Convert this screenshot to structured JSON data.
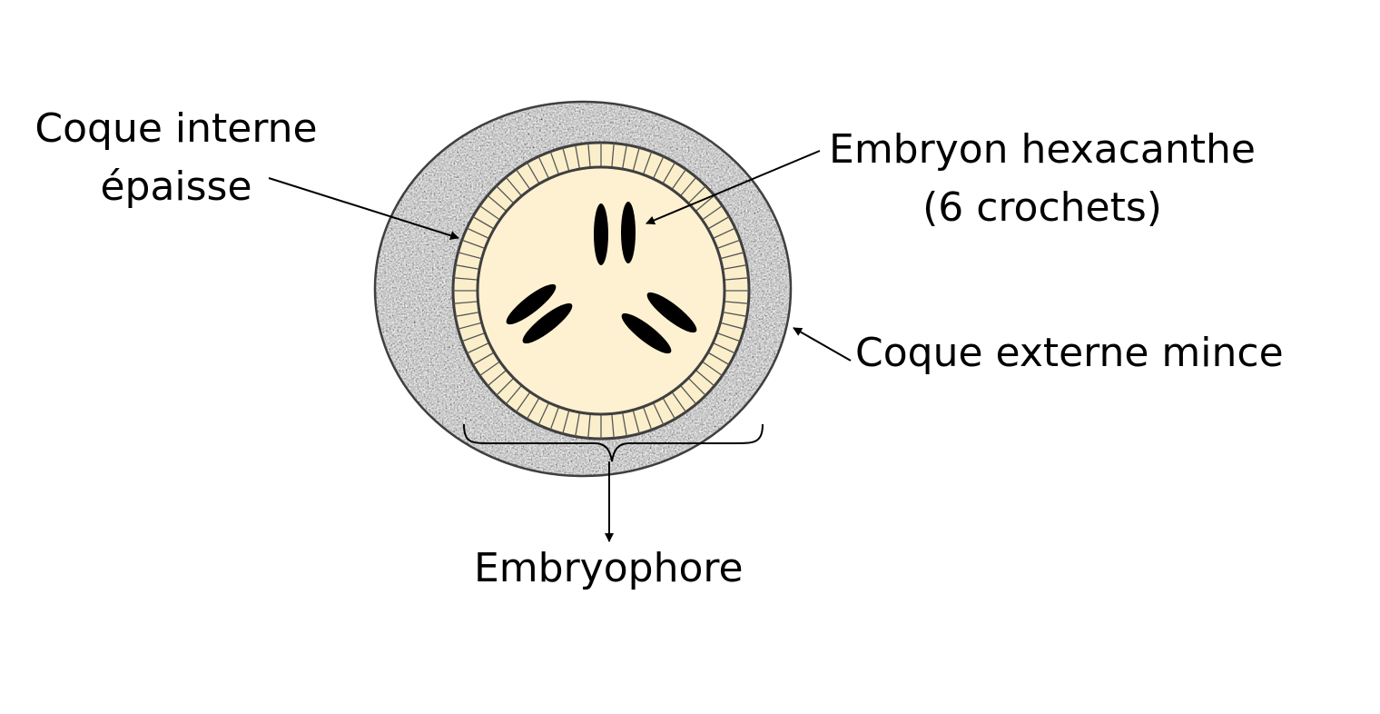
{
  "labels": {
    "inner_shell": [
      "Coque interne",
      "épaisse"
    ],
    "embryo": [
      "Embryon hexacanthe",
      "(6 crochets)"
    ],
    "outer_shell": "Coque externe mince",
    "embryophore": "Embryophore"
  },
  "colors": {
    "outer_shell_fill": "#a9a9a9",
    "embryophore_ring_fill": "#fbefcb",
    "embryo_fill": "#fdf1d2",
    "outline": "#3f3f3f",
    "hooks": "#000000"
  },
  "hook_count": 6
}
